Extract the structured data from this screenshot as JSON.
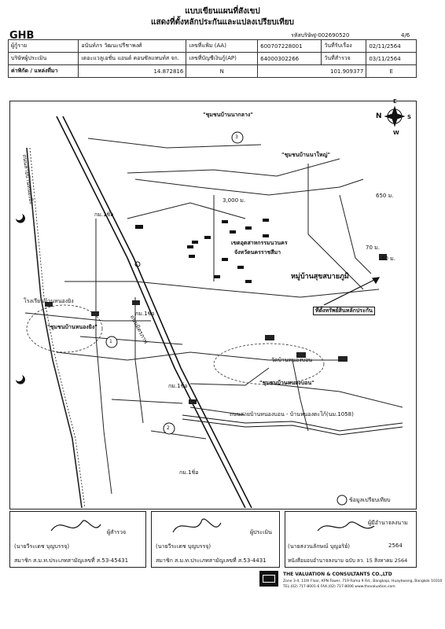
{
  "header": {
    "title1": "แบบเขียนแผนที่สังเขป",
    "title2": "แสดงที่ตั้งหลักประกันและแปลงเปรียบเทียบ",
    "logo": "GHB",
    "ref_label": "รหัสบริษัท",
    "ref_value": "J-002690520",
    "page": "4/6"
  },
  "info": {
    "row1": {
      "l1": "ผู้กู้ราย",
      "v1": "อนันท์ภร วัฒนะปรีชาพงศ์",
      "l2": "เลขที่แฟ้ม (AA)",
      "v2": "600707228001",
      "l3": "วันที่รับเรื่อง",
      "v3": "02/11/2564"
    },
    "row2": {
      "l1": "บริษัทผู้ประเมิน",
      "v1": "เดอะแวลูเอชั่น แอนด์ คอนซัลแทนท์ส จก.",
      "l2": "เลขที่บัญชีเงินกู้(AP)",
      "v2": "64000302266",
      "l3": "วันที่สำรวจ",
      "v3": "03/11/2564"
    },
    "row3": {
      "l1": "ค่าพิกัด / แหล่งที่มา",
      "lat": "14.872816",
      "lat_dir": "N",
      "lon": "101.909377",
      "lon_dir": "E"
    }
  },
  "map": {
    "labels": {
      "community_top": "\"ชุมชนบ้านนากลาง\"",
      "community_right": "\"ชุมชนบ้านนาใหญ่\"",
      "community_left": "\"ชุมชนบ้านหนองยิง\"",
      "community_bottom": "\"ชุมชนบ้านหนองบอน\"",
      "village_main": "หมู่บ้านสุขสบายภูมิ",
      "collateral": "ที่ตั้งทรัพย์สินหลักประกัน",
      "district": "เขตอุตสาหกรรมนวนคร",
      "province": "จังหวัดนครราชสีมา",
      "road_main": "ถนนมิตรภาพ",
      "road_bottom": "ถนนสายบ้านหนองบอน - บ้านหนองตะไก้(นม.1058)",
      "road_left": "ถนนสายบ้านหนองยิง",
      "dist_3000": "3,000 ม.",
      "dist_650": "650 ม.",
      "dist_70": "70 ม.",
      "dist_40": "40 ม.",
      "dist_1": "กม.1ชิ่อ",
      "dist_2": "กม.1ชิ่อ",
      "dist_3": "กม.1ชิ่อ",
      "dist_4": "กม.1ชิ่อ",
      "school": "โรงเรียนบ้านหนองยิง",
      "temple": "วัดบ้านหนองบอน",
      "mark1": "1",
      "mark2": "2",
      "mark3": "3",
      "north": "N",
      "east": "E",
      "south": "S",
      "west": "W",
      "legend": "ข้อมูลเปรียบเทียบ"
    }
  },
  "signatures": {
    "s1_role": "ผู้สำรวจ",
    "s1_name": "(นายวีระเดช บุญบรรจุ)",
    "s1_member": "สมาชิก ส.ม.ท.ประเภทสามัญเลขที่ ส.53-45431",
    "s2_role": "ผู้ประเมิน",
    "s2_name": "(นายวีระเดช บุญบรรจุ)",
    "s2_member": "สมาชิก ส.ม.ท.ประเภทสามัญเลขที่ ส.53-4431",
    "s3_role": "ผู้มีอำนาจลงนาม",
    "s3_name": "(นายสงวนลักษณ์ บุญอริย์)",
    "s3_date": "2564",
    "s3_auth": "หนังสือมอบอำนาจลงนาม ฉบับ ลว. 15 สิงหาคม 2564"
  },
  "company": {
    "name": "THE VALUATION & CONSULTANTS CO.,LTD",
    "addr": "Zone 3-4, 11th Floor, KPN Tower, 719 Rama 9 Rd., Bangkapi, Huaykwang, Bangkok 10310",
    "tel": "TEL.(02) 717-8001-6 FAX.(02) 717-8006 www.thevaluation.com"
  }
}
